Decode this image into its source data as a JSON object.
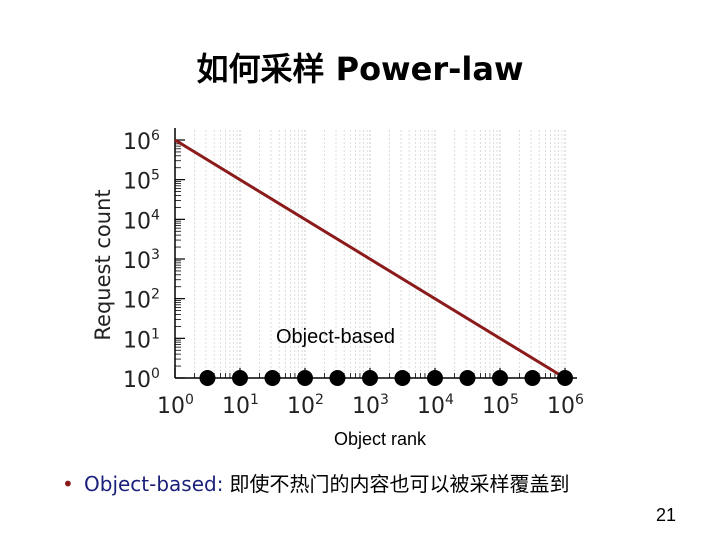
{
  "slide": {
    "title": "如何采样 Power-law",
    "overlay_label": "Object-based",
    "bullet": {
      "key": "Object-based",
      "separator": ":",
      "description": "即使不热门的内容也可以被采样覆盖到"
    },
    "page_number": "21"
  },
  "colors": {
    "line": "#8b1a1a",
    "markers": "#000000",
    "grid": "#c8c8c8",
    "bullet_text": "#1a1f7a"
  },
  "chart_data": {
    "type": "line",
    "xlabel": "Object rank",
    "ylabel": "Request count",
    "xscale": "log",
    "yscale": "log",
    "xlim": [
      1,
      1000000
    ],
    "ylim": [
      1,
      1000000
    ],
    "grid": true,
    "x_ticks": [
      {
        "value": 1,
        "base": "10",
        "exp": "0"
      },
      {
        "value": 10,
        "base": "10",
        "exp": "1"
      },
      {
        "value": 100,
        "base": "10",
        "exp": "2"
      },
      {
        "value": 1000,
        "base": "10",
        "exp": "3"
      },
      {
        "value": 10000,
        "base": "10",
        "exp": "4"
      },
      {
        "value": 100000,
        "base": "10",
        "exp": "5"
      },
      {
        "value": 1000000,
        "base": "10",
        "exp": "6"
      }
    ],
    "y_ticks": [
      {
        "value": 1,
        "base": "10",
        "exp": "0"
      },
      {
        "value": 10,
        "base": "10",
        "exp": "1"
      },
      {
        "value": 100,
        "base": "10",
        "exp": "2"
      },
      {
        "value": 1000,
        "base": "10",
        "exp": "3"
      },
      {
        "value": 10000,
        "base": "10",
        "exp": "4"
      },
      {
        "value": 100000,
        "base": "10",
        "exp": "5"
      },
      {
        "value": 1000000,
        "base": "10",
        "exp": "6"
      }
    ],
    "series": [
      {
        "kind": "line",
        "x": [
          1,
          1000000
        ],
        "y": [
          1000000,
          1
        ]
      },
      {
        "kind": "markers",
        "x": [
          3.16,
          10,
          31.6,
          100,
          316,
          1000,
          3160,
          10000,
          31600,
          100000,
          316000,
          1000000
        ],
        "y": [
          1,
          1,
          1,
          1,
          1,
          1,
          1,
          1,
          1,
          1,
          1,
          1
        ]
      }
    ]
  }
}
